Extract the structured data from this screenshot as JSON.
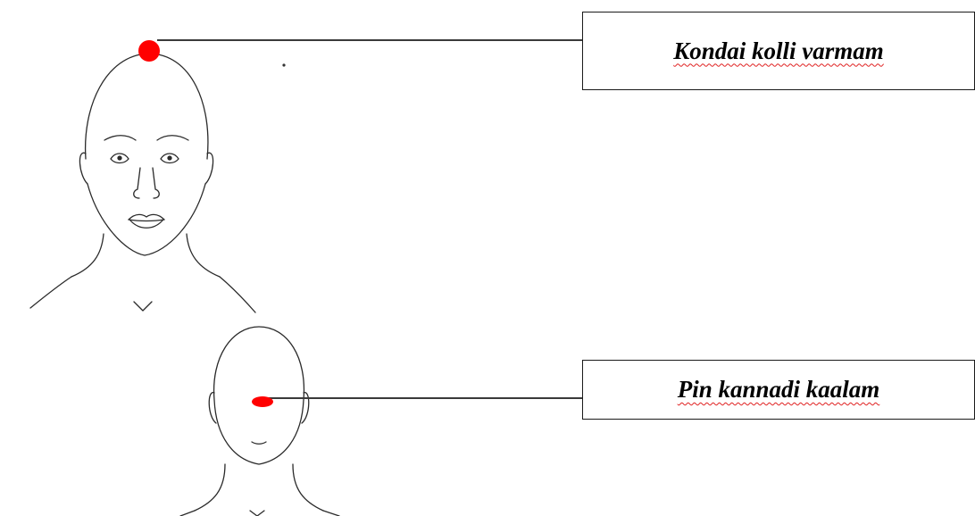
{
  "points": [
    {
      "name": "Kondai kolli varmam",
      "location": "crown of head (front view)"
    },
    {
      "name": "Pin kannadi kaalam",
      "location": "back of head (rear view)"
    }
  ],
  "labels": {
    "top": "Kondai kolli varmam",
    "bottom": "Pin kannadi kaalam"
  },
  "colors": {
    "marker": "#ff0000",
    "outline": "#2a2a2a",
    "leader_line": "#3a3a3a",
    "label_text": "#000000",
    "spellcheck_underline": "#e02020"
  }
}
